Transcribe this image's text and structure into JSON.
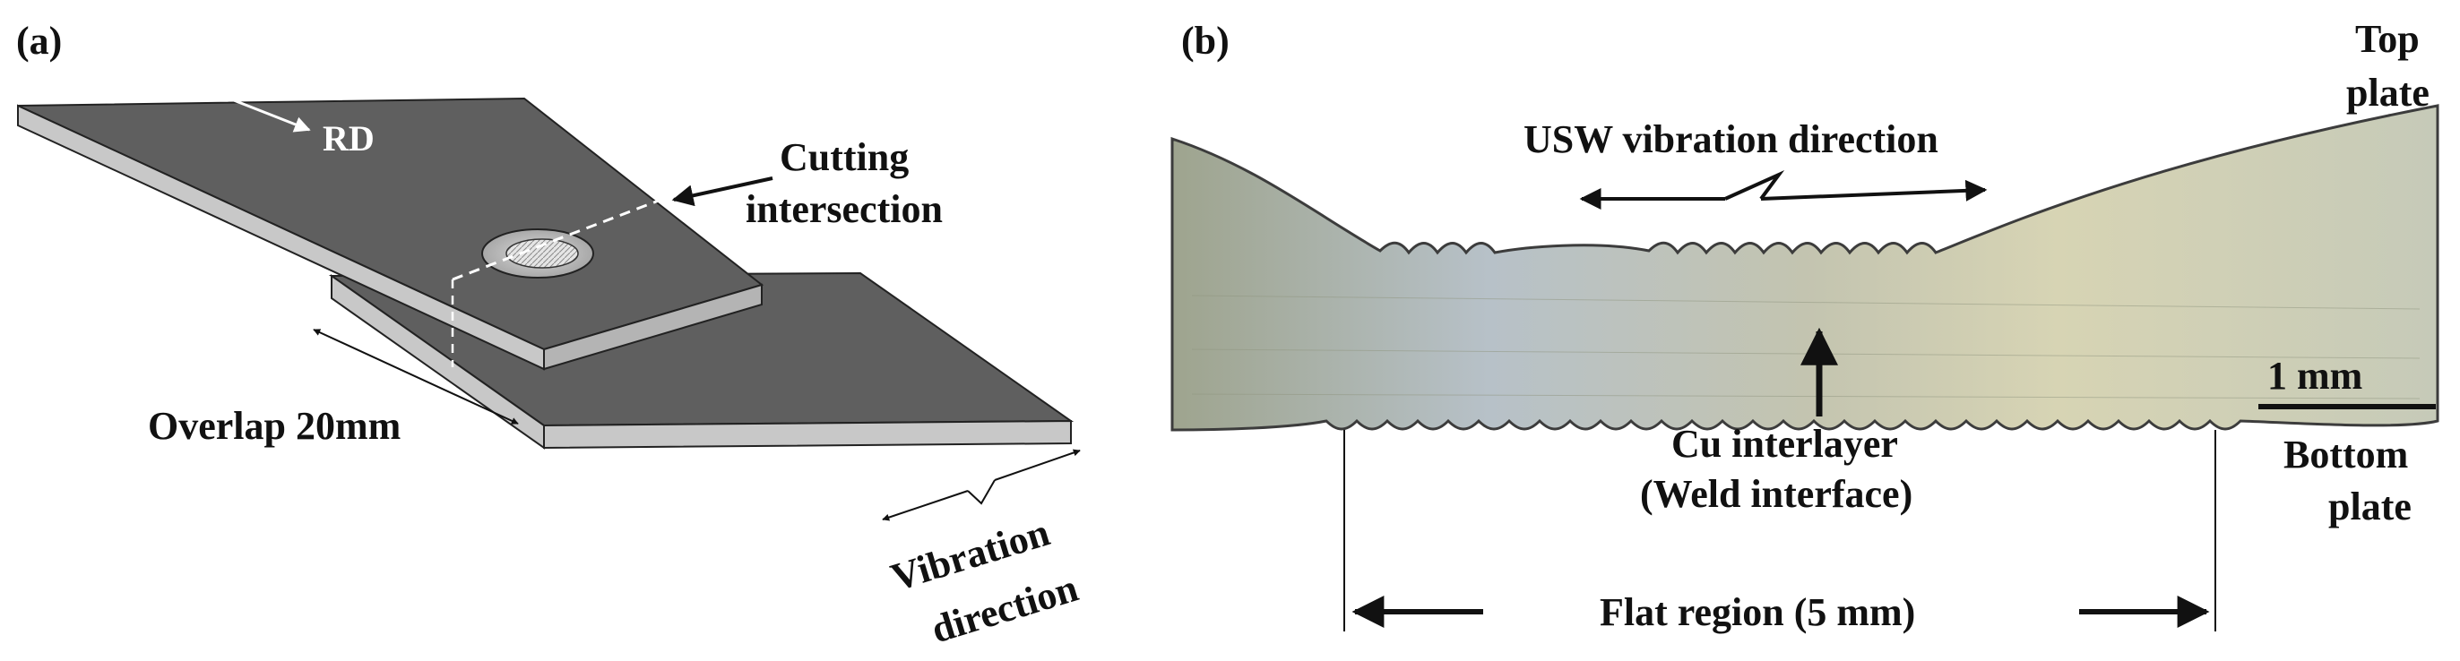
{
  "panel_a": {
    "label": "(a)",
    "rd_label": "RD",
    "cutting_label_line1": "Cutting",
    "cutting_label_line2": "intersection",
    "overlap_label": "Overlap 20mm",
    "vibration_line1": "Vibration",
    "vibration_line2": "direction"
  },
  "panel_b": {
    "label": "(b)",
    "usw_label": "USW vibration direction",
    "top_plate_line1": "Top",
    "top_plate_line2": "plate",
    "scale_bar": "1 mm",
    "bottom_plate_line1": "Bottom",
    "bottom_plate_line2": "plate",
    "interlayer_line1": "Cu interlayer",
    "interlayer_line2": "(Weld interface)",
    "flat_region": "Flat region (5 mm)"
  },
  "colors": {
    "plate_top": "#5f5f5f",
    "plate_side": "#c8c8c8",
    "plate_edge": "#222222",
    "micro_base": "#b9bea6"
  }
}
